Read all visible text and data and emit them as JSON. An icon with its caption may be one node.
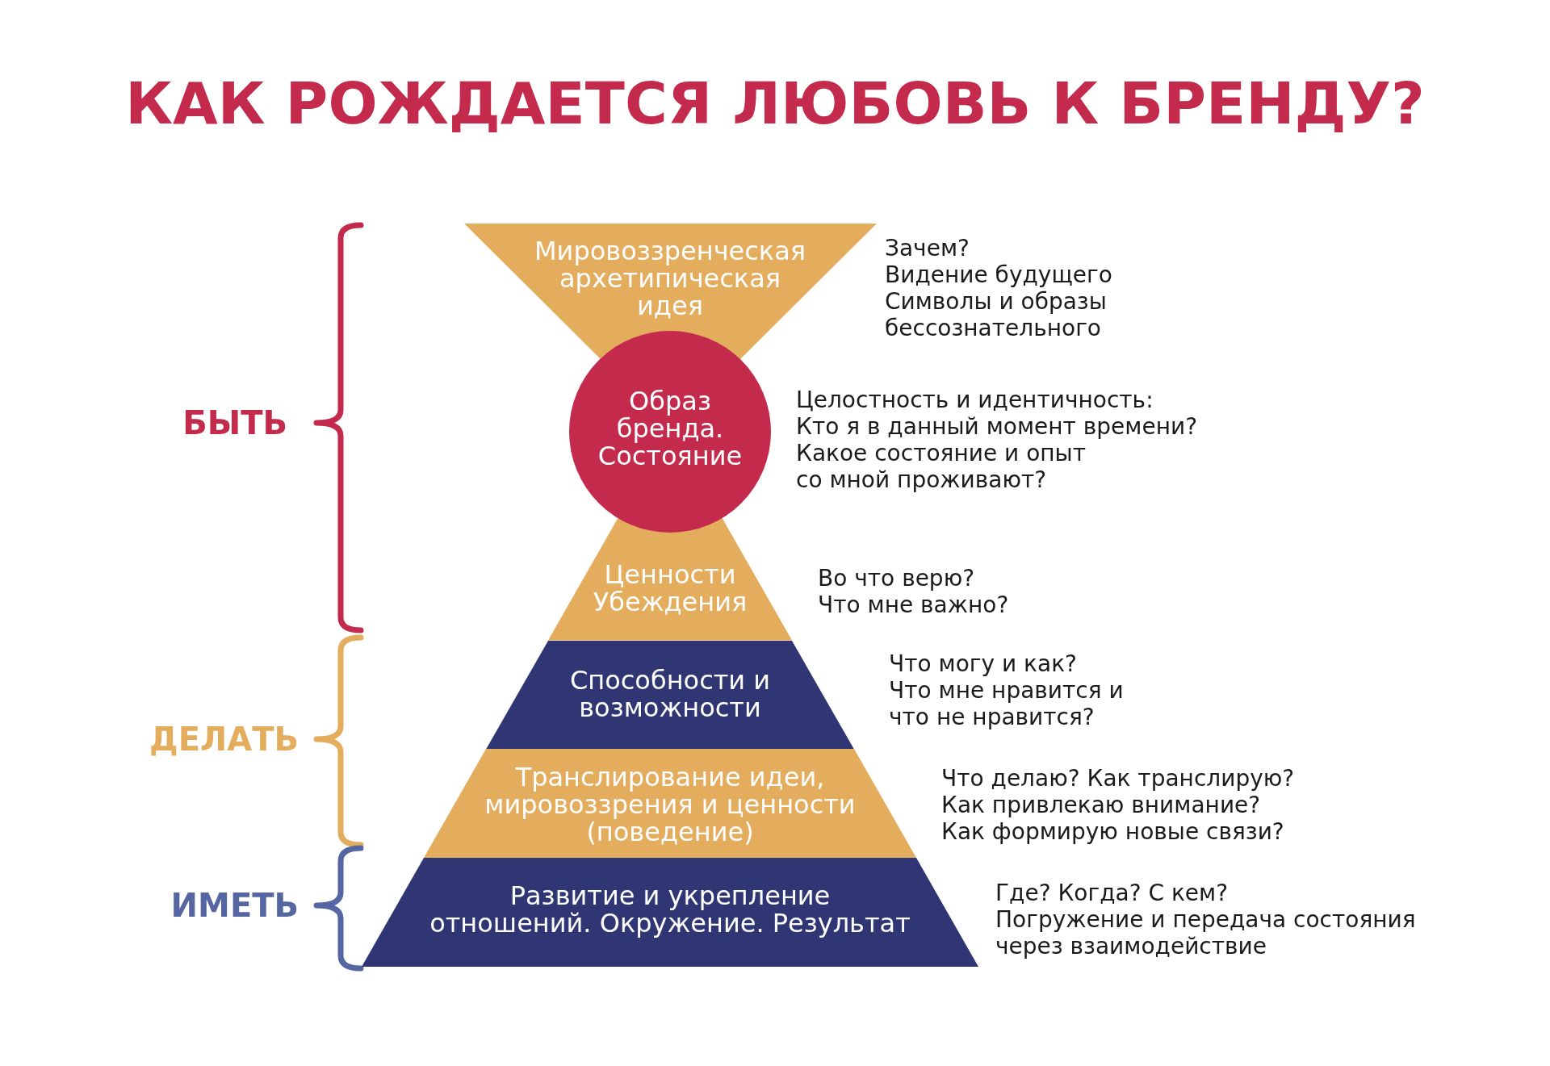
{
  "diagram": {
    "title": "КАК РОЖДАЕТСЯ ЛЮБОВЬ К БРЕНДУ?",
    "nodes": [
      {
        "text": [
          "Мировоззренческая архетипическая идея"
        ],
        "beside": [
          "Зачем?",
          "Видение будущего",
          "Символы и образы бессознательного"
        ]
      },
      {
        "text": [
          "Образ бренда. Состояние"
        ],
        "beside": [
          "Целостность и идентичность:",
          "Кто я в данный момент времени?",
          "Какое состояние и опыт со мной проживают?"
        ]
      },
      {
        "text": [
          "Ценности Убеждения"
        ],
        "beside": [
          "Во что верю?",
          "Что мне важно?"
        ]
      },
      {
        "text": [
          "Способности и возможности"
        ],
        "beside": [
          "Что могу и как?",
          "Что мне нравится и что не нравится?"
        ]
      },
      {
        "text": [
          "Транслирование идеи, мировоззрения и ценности (поведение)"
        ],
        "beside": [
          "Что делаю? Как транслирую?",
          "Как привлекаю внимание?",
          "Как формирую новые связи?"
        ]
      },
      {
        "text": [
          "Развитие и укрепление отношений. Окружение. Результат"
        ],
        "beside": [
          "Где? Когда? С кем?",
          "Погружение и передача состояния через взаимодействие"
        ]
      }
    ],
    "labels": [
      "БЫТЬ",
      "ДЕЛАТЬ",
      "ИМЕТЬ"
    ]
  }
}
